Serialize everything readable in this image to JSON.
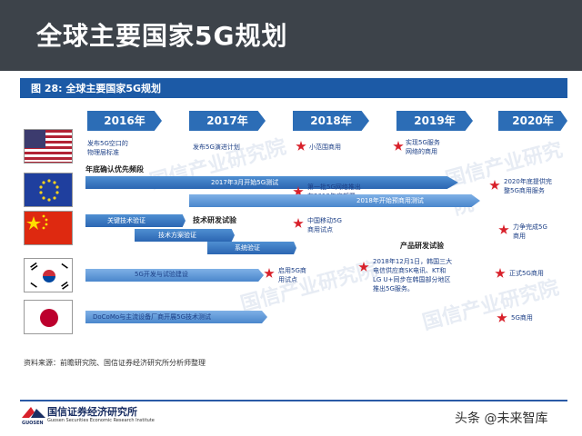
{
  "header": {
    "title": "全球主要国家5G规划"
  },
  "figure": {
    "caption": "图 28:  全球主要国家5G规划"
  },
  "years": [
    "2016年",
    "2017年",
    "2018年",
    "2019年",
    "2020年"
  ],
  "usa": {
    "l1": "发布5G空口的",
    "l2": "物理层标准",
    "l3": "发布5G演进计划",
    "l4": "小范围商用",
    "l5": "实现5G服务",
    "l6": "网络的商用"
  },
  "eu": {
    "top": "年底确认优先频段",
    "a1": "2017年3月开始5G测试",
    "a2": "第一批5G网络推出",
    "a3": "在2018年底部署",
    "a4": "2018年开始预商用测试",
    "e1": "2020年底提供完",
    "e2": "整5G商用服务"
  },
  "china": {
    "k1": "关键技术验证",
    "k2": "技术研发试验",
    "k3": "技术方案验证",
    "k4": "系统验证",
    "c1": "中国移动5G",
    "c2": "商用试点",
    "p1": "产品研发试验",
    "f1": "力争完成5G",
    "f2": "商用"
  },
  "korea": {
    "a1": "5G开发与试验建设",
    "b1": "启用5G商",
    "b2": "用试点",
    "n1": "2018年12月1日，韩国三大",
    "n2": "电信供应商SK电讯、KT和",
    "n3": "LG U+同步在韩国部分地区",
    "n4": "推出5G服务。",
    "c1": "正式5G商用"
  },
  "japan": {
    "a1": "DoCoMo与主流设备厂商开展5G技术测试",
    "c1": "5G商用"
  },
  "watermark": "国信产业研究院",
  "source": "资料来源：前瞻研究院、国信证券经济研究所分析师整理",
  "footer": {
    "company": "国信证券经济研究所",
    "company_en": "Guosen Securities Economic Research Institute",
    "abbr": "GUOSEN",
    "author": "头条 @未来智库"
  }
}
